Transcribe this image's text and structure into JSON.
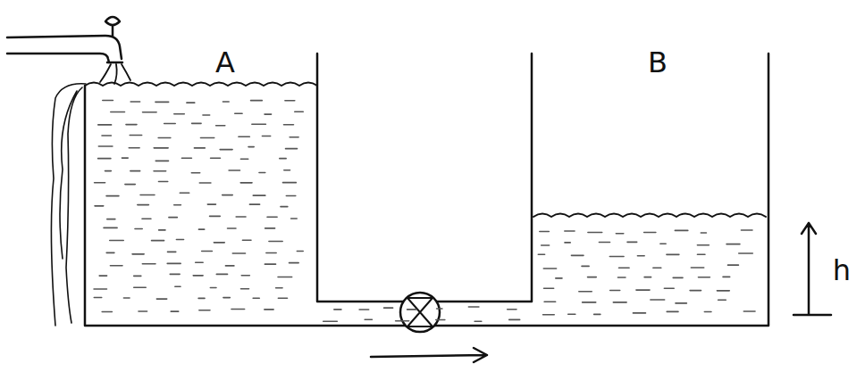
{
  "diagram": {
    "labels": [
      "A",
      "B",
      "h"
    ]
  }
}
